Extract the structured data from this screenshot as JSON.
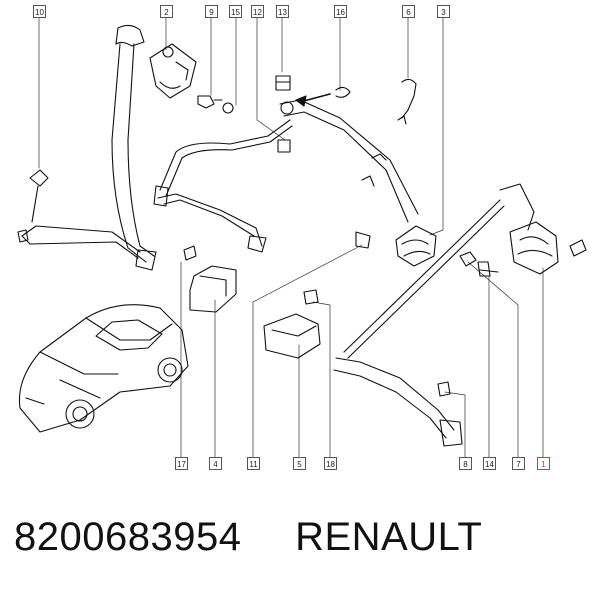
{
  "callouts_top": [
    "10",
    "2",
    "9",
    "15",
    "12",
    "13",
    "16",
    "6",
    "3"
  ],
  "callouts_bottom": [
    "17",
    "4",
    "11",
    "5",
    "18",
    "8",
    "14",
    "7",
    "1"
  ],
  "caption": {
    "part_number": "8200683954",
    "brand": "RENAULT"
  }
}
